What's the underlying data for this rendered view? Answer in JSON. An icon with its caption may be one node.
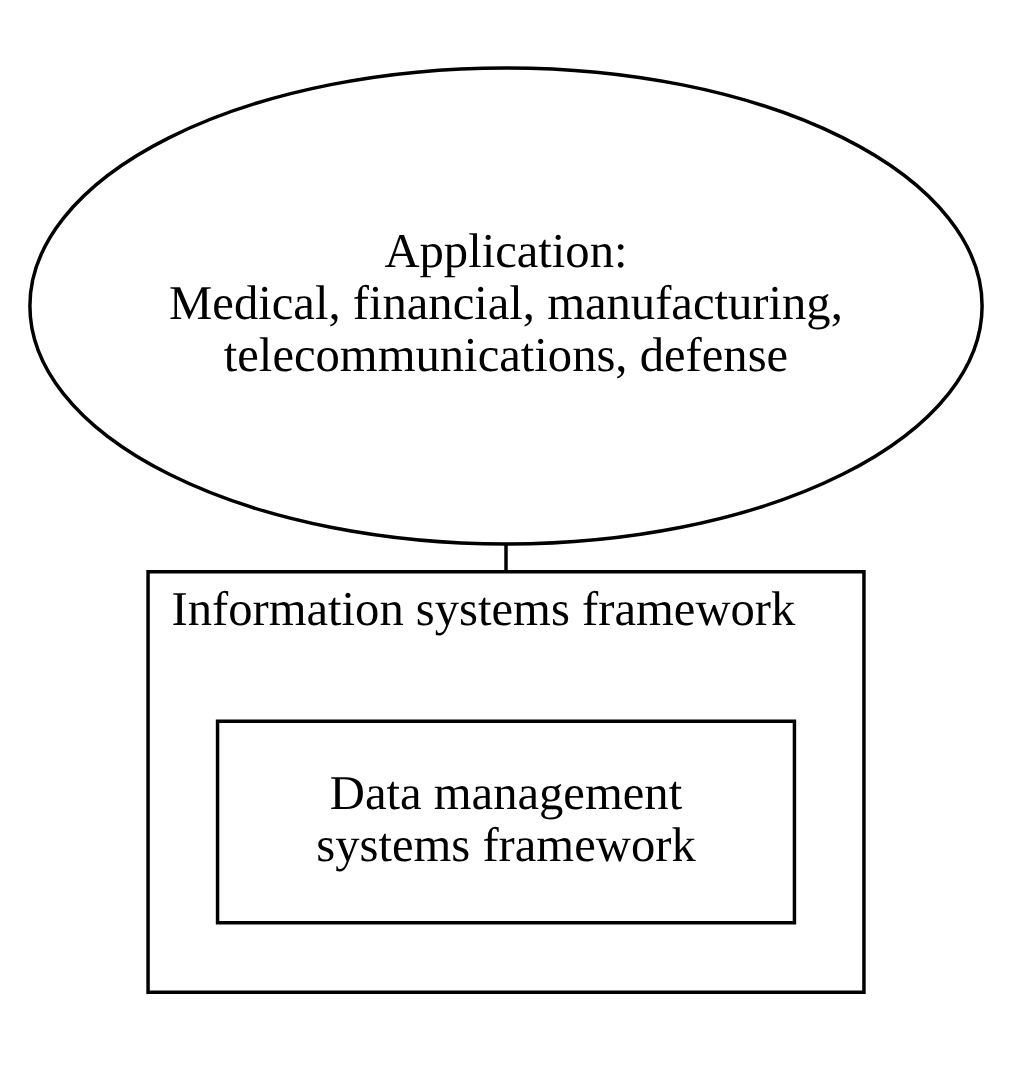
{
  "diagram": {
    "nodes": [
      {
        "text": [
          "Application:",
          "Medical, financial, manufacturing, telecommunications, defense"
        ]
      },
      {
        "text": [
          "Information systems framework"
        ]
      },
      {
        "text": [
          "Data management systems framework"
        ],
        "in": 1
      }
    ],
    "edges": [
      {
        "from": 0,
        "to": 1,
        "arrow": "none"
      }
    ]
  }
}
